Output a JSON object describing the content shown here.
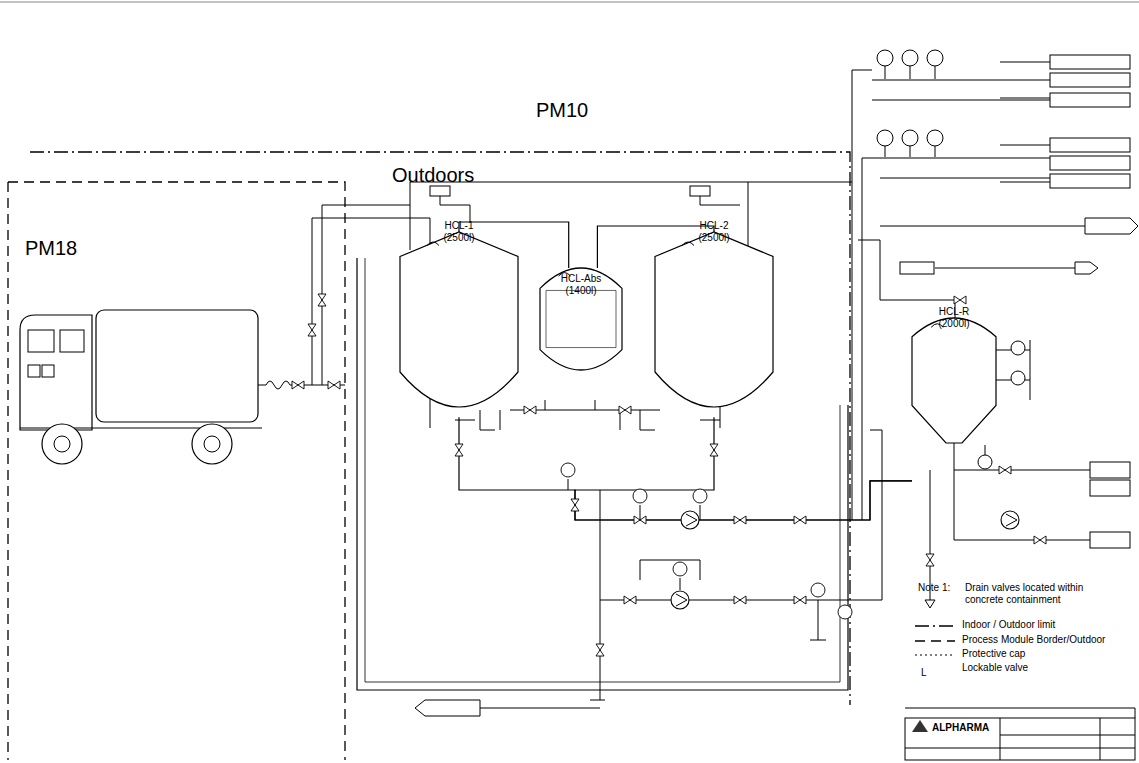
{
  "diagram": {
    "nodes": [
      {
        "text": [
          "PM10"
        ]
      },
      {
        "text": [
          "Outdoors"
        ],
        "in": 0
      },
      {
        "text": [
          "PM18"
        ],
        "in": 1
      },
      {
        "text": [
          "HCL-1",
          "(2500l)"
        ],
        "in": 1
      },
      {
        "text": [
          "HCL-Abs",
          "(1400l)"
        ],
        "in": 1
      },
      {
        "text": [
          "HCL-2",
          "(2500l)"
        ],
        "in": 1
      },
      {
        "text": [
          "HCL-R",
          "(2000l)"
        ],
        "in": 0
      }
    ],
    "edges": [
      {
        "from": 4,
        "to": 3,
        "arrow": "none"
      },
      {
        "from": 4,
        "to": 5,
        "arrow": "none"
      },
      {
        "from": 3,
        "to": 6,
        "arrow": "none"
      },
      {
        "from": 5,
        "to": 6,
        "arrow": "none"
      }
    ],
    "labels": [
      "Note 1:",
      "Drain valves located within concrete containment",
      "L",
      "ALPHARMA"
    ],
    "legend": [
      {
        "text": "Indoor / Outdoor limit"
      },
      {
        "text": "Process Module Border/Outdoor"
      },
      {
        "text": "Protective cap"
      },
      {
        "text": "Lockable valve"
      }
    ]
  }
}
